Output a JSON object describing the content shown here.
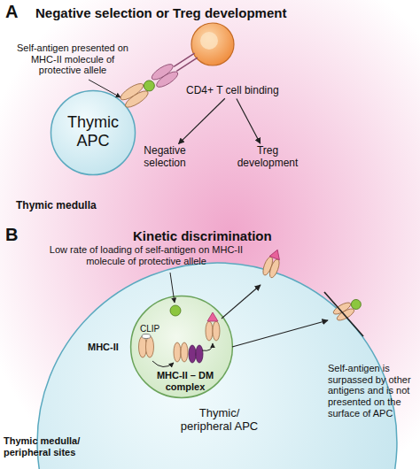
{
  "diagram": {
    "nodes": [
      {
        "text": [
          "Thymic APC"
        ]
      },
      {
        "text": [
          "CD4+ T cell binding"
        ]
      },
      {
        "text": [
          "Negative selection"
        ]
      },
      {
        "text": [
          "Treg development"
        ]
      },
      {
        "text": [
          "Thymic/ peripheral APC"
        ]
      },
      {
        "text": [
          "MHC-II",
          "CLIP",
          "MHC-II – DM complex"
        ],
        "in": 4
      }
    ],
    "edges": [
      {
        "from": 1,
        "to": 2,
        "arrow": "to"
      },
      {
        "from": 1,
        "to": 3,
        "arrow": "to"
      }
    ],
    "labels": [
      "A",
      "Negative selection or Treg development",
      "Self-antigen presented on MHC-II molecule of protective allele",
      "Thymic medulla",
      "B",
      "Kinetic discrimination",
      "Low rate of loading of self-antigen on MHC-II molecule of protective allele",
      "Self-antigen is surpassed by other antigens and is not presented on the surface of APC",
      "Thymic medulla/ peripheral sites"
    ]
  }
}
